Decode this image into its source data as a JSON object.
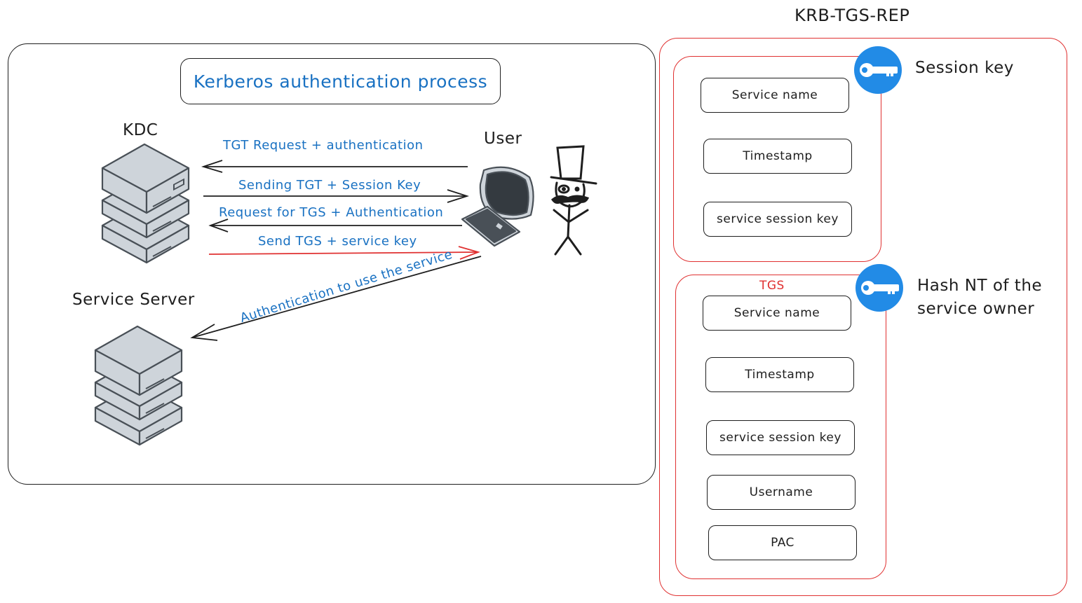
{
  "left_panel": {
    "title": "Kerberos authentication process",
    "actors": {
      "kdc": "KDC",
      "user": "User",
      "service_server": "Service Server"
    },
    "arrows": [
      {
        "label": "TGT Request + authentication",
        "direction": "user-to-kdc",
        "color": "#1e1e1e"
      },
      {
        "label": "Sending TGT + Session Key",
        "direction": "kdc-to-user",
        "color": "#1e1e1e"
      },
      {
        "label": "Request for TGS + Authentication",
        "direction": "user-to-kdc",
        "color": "#1e1e1e"
      },
      {
        "label": "Send TGS + service key",
        "direction": "kdc-to-user",
        "color": "#e03131"
      },
      {
        "label": "Authentication to use the service",
        "direction": "user-to-service-server",
        "color": "#1e1e1e"
      }
    ]
  },
  "right_panel": {
    "title": "KRB-TGS-REP",
    "session_block": {
      "key_label": "Session key",
      "fields": [
        "Service name",
        "Timestamp",
        "service session key"
      ]
    },
    "tgs_block": {
      "title": "TGS",
      "key_label_line1": "Hash NT of the",
      "key_label_line2": "service owner",
      "fields": [
        "Service name",
        "Timestamp",
        "service session key",
        "Username",
        "PAC"
      ]
    }
  },
  "colors": {
    "text_blue": "#1971c2",
    "accent_red": "#e03131",
    "key_blue": "#228be6",
    "server_fill": "#ced4da",
    "stroke": "#1e1e1e"
  }
}
